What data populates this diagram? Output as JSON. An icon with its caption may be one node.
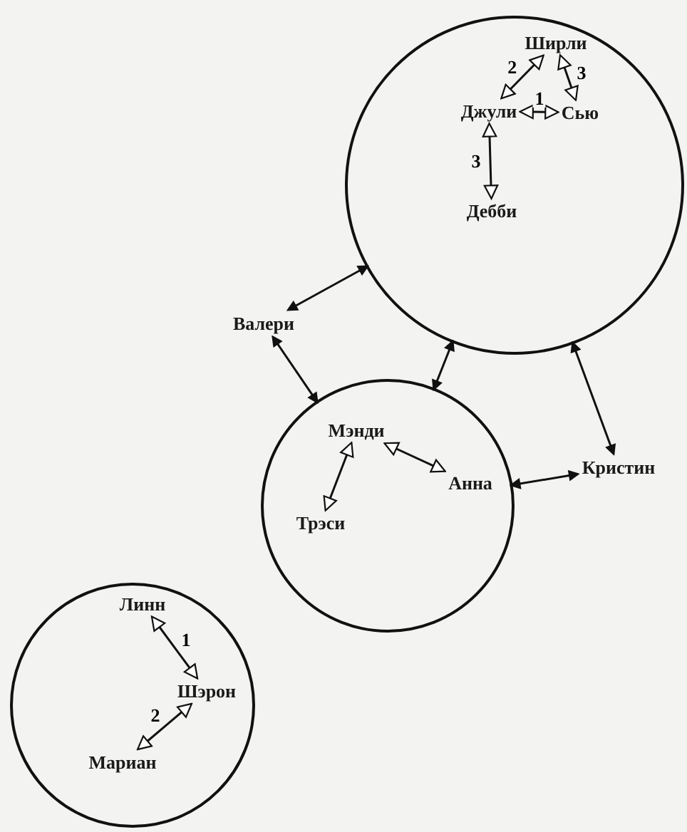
{
  "diagram": {
    "nodes": [
      {
        "text": [],
        "shape": "circle"
      },
      {
        "text": [
          "Ширли"
        ],
        "in": 0
      },
      {
        "text": [
          "Джули"
        ],
        "in": 0
      },
      {
        "text": [
          "Сью"
        ],
        "in": 0
      },
      {
        "text": [
          "Дебби"
        ],
        "in": 0
      },
      {
        "text": [
          "Валери"
        ]
      },
      {
        "text": [],
        "shape": "circle"
      },
      {
        "text": [
          "Мэнди"
        ],
        "in": 6
      },
      {
        "text": [
          "Анна"
        ],
        "in": 6
      },
      {
        "text": [
          "Трэси"
        ],
        "in": 6
      },
      {
        "text": [
          "Кристин"
        ]
      },
      {
        "text": [],
        "shape": "circle"
      },
      {
        "text": [
          "Линн"
        ],
        "in": 11
      },
      {
        "text": [
          "Шэрон"
        ],
        "in": 11
      },
      {
        "text": [
          "Мариан"
        ],
        "in": 11
      }
    ],
    "edges": [
      {
        "from": 2,
        "to": 1,
        "arrow": "both",
        "label": "2"
      },
      {
        "from": 1,
        "to": 3,
        "arrow": "both",
        "label": "3"
      },
      {
        "from": 2,
        "to": 3,
        "arrow": "both",
        "label": "1"
      },
      {
        "from": 2,
        "to": 4,
        "arrow": "both",
        "label": "3"
      },
      {
        "from": 0,
        "to": 5,
        "arrow": "both"
      },
      {
        "from": 5,
        "to": 6,
        "arrow": "both"
      },
      {
        "from": 6,
        "to": 0,
        "arrow": "both"
      },
      {
        "from": 0,
        "to": 10,
        "arrow": "both"
      },
      {
        "from": 10,
        "to": 6,
        "arrow": "both"
      },
      {
        "from": 7,
        "to": 8,
        "arrow": "both"
      },
      {
        "from": 7,
        "to": 9,
        "arrow": "both"
      },
      {
        "from": 12,
        "to": 13,
        "arrow": "both",
        "label": "1"
      },
      {
        "from": 13,
        "to": 14,
        "arrow": "both",
        "label": "2"
      }
    ]
  }
}
